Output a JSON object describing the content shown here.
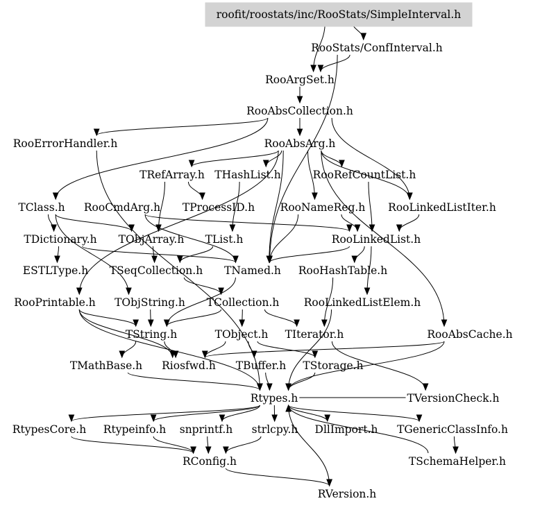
{
  "root": "roofit/roostats/inc/RooStats/SimpleInterval.h",
  "nodes": {
    "confinterval": "RooStats/ConfInterval.h",
    "rooargset": "RooArgSet.h",
    "rooabscollection": "RooAbsCollection.h",
    "rooerrorhandler": "RooErrorHandler.h",
    "rooabsarg": "RooAbsArg.h",
    "trefarray": "TRefArray.h",
    "thashlist": "THashList.h",
    "roorefcountlist": "RooRefCountList.h",
    "tclass": "TClass.h",
    "roocmdarg": "RooCmdArg.h",
    "tprocessid": "TProcessID.h",
    "roonamereg": "RooNameReg.h",
    "roolinkedlistiter": "RooLinkedListIter.h",
    "tdictionary": "TDictionary.h",
    "tobjarray": "TObjArray.h",
    "tlist": "TList.h",
    "roolinkedlist": "RooLinkedList.h",
    "estltype": "ESTLType.h",
    "tseqcollection": "TSeqCollection.h",
    "tnamed": "TNamed.h",
    "roohashtable": "RooHashTable.h",
    "rooprintable": "RooPrintable.h",
    "tobjstring": "TObjString.h",
    "tcollection": "TCollection.h",
    "roolinkedlistelem": "RooLinkedListElem.h",
    "tstring": "TString.h",
    "tobject": "TObject.h",
    "titerator": "TIterator.h",
    "rooabscache": "RooAbsCache.h",
    "tmathbase": "TMathBase.h",
    "riosfwd": "Riosfwd.h",
    "tbuffer": "TBuffer.h",
    "tstorage": "TStorage.h",
    "rtypes": "Rtypes.h",
    "tversioncheck": "TVersionCheck.h",
    "rtypescore": "RtypesCore.h",
    "rtypeinfo": "Rtypeinfo.h",
    "snprintf": "snprintf.h",
    "strlcpy": "strlcpy.h",
    "dllimport": "DllImport.h",
    "tgenericclassinfo": "TGenericClassInfo.h",
    "rconfig": "RConfig.h",
    "tschemahelper": "TSchemaHelper.h",
    "rversion": "RVersion.h"
  },
  "edges": [
    [
      "root",
      "confinterval"
    ],
    [
      "root",
      "rooargset"
    ],
    [
      "confinterval",
      "rooargset"
    ],
    [
      "confinterval",
      "tnamed"
    ],
    [
      "rooargset",
      "rooabscollection"
    ],
    [
      "rooabscollection",
      "rooerrorhandler"
    ],
    [
      "rooabscollection",
      "rooabsarg"
    ],
    [
      "rooabscollection",
      "roolinkedlistiter"
    ],
    [
      "rooabscollection",
      "tclass"
    ],
    [
      "rooerrorhandler",
      "rtypes"
    ],
    [
      "rooabsarg",
      "trefarray"
    ],
    [
      "rooabsarg",
      "thashlist"
    ],
    [
      "rooabsarg",
      "roorefcountlist"
    ],
    [
      "rooabsarg",
      "roonamereg"
    ],
    [
      "rooabsarg",
      "roolinkedlistiter"
    ],
    [
      "rooabsarg",
      "rooabscache"
    ],
    [
      "rooabsarg",
      "tnamed"
    ],
    [
      "rooabsarg",
      "rooprintable"
    ],
    [
      "trefarray",
      "tprocessid"
    ],
    [
      "trefarray",
      "tobjarray"
    ],
    [
      "thashlist",
      "tlist"
    ],
    [
      "roorefcountlist",
      "roolinkedlist"
    ],
    [
      "tclass",
      "tdictionary"
    ],
    [
      "tclass",
      "tobjarray"
    ],
    [
      "tclass",
      "tobjstring"
    ],
    [
      "roocmdarg",
      "tnamed"
    ],
    [
      "roocmdarg",
      "roolinkedlist"
    ],
    [
      "roonamereg",
      "tnamed"
    ],
    [
      "roonamereg",
      "roolinkedlist"
    ],
    [
      "roolinkedlistiter",
      "roolinkedlist"
    ],
    [
      "tdictionary",
      "estltype"
    ],
    [
      "tdictionary",
      "tnamed"
    ],
    [
      "tobjarray",
      "tseqcollection"
    ],
    [
      "tlist",
      "tseqcollection"
    ],
    [
      "roolinkedlist",
      "tnamed"
    ],
    [
      "roolinkedlist",
      "roohashtable"
    ],
    [
      "roolinkedlist",
      "roolinkedlistelem"
    ],
    [
      "tseqcollection",
      "tcollection"
    ],
    [
      "tnamed",
      "tstring"
    ],
    [
      "roohashtable",
      "titerator"
    ],
    [
      "rooprintable",
      "tstring"
    ],
    [
      "rooprintable",
      "riosfwd"
    ],
    [
      "rooprintable",
      "rtypes"
    ],
    [
      "tobjstring",
      "tstring"
    ],
    [
      "tcollection",
      "tstring"
    ],
    [
      "tcollection",
      "tobject"
    ],
    [
      "tcollection",
      "titerator"
    ],
    [
      "roolinkedlistelem",
      "rtypes"
    ],
    [
      "tstring",
      "riosfwd"
    ],
    [
      "tstring",
      "tmathbase"
    ],
    [
      "tobject",
      "riosfwd"
    ],
    [
      "tobject",
      "tbuffer"
    ],
    [
      "tobject",
      "tstorage"
    ],
    [
      "titerator",
      "tversioncheck"
    ],
    [
      "rooabscache",
      "riosfwd"
    ],
    [
      "rooabscache",
      "rtypes"
    ],
    [
      "tmathbase",
      "rtypes"
    ],
    [
      "tbuffer",
      "rtypes"
    ],
    [
      "tstorage",
      "rtypes"
    ],
    [
      "tversioncheck",
      "rtypes"
    ],
    [
      "rtypes",
      "rtypescore"
    ],
    [
      "rtypes",
      "rtypeinfo"
    ],
    [
      "rtypes",
      "snprintf"
    ],
    [
      "rtypes",
      "strlcpy"
    ],
    [
      "rtypes",
      "dllimport"
    ],
    [
      "rtypes",
      "tgenericclassinfo"
    ],
    [
      "rtypes",
      "rversion"
    ],
    [
      "rtypescore",
      "rconfig"
    ],
    [
      "rtypeinfo",
      "rconfig"
    ],
    [
      "snprintf",
      "rconfig"
    ],
    [
      "strlcpy",
      "rconfig"
    ],
    [
      "rconfig",
      "rversion"
    ],
    [
      "tgenericclassinfo",
      "tschemahelper"
    ],
    [
      "tschemahelper",
      "rtypes"
    ]
  ]
}
